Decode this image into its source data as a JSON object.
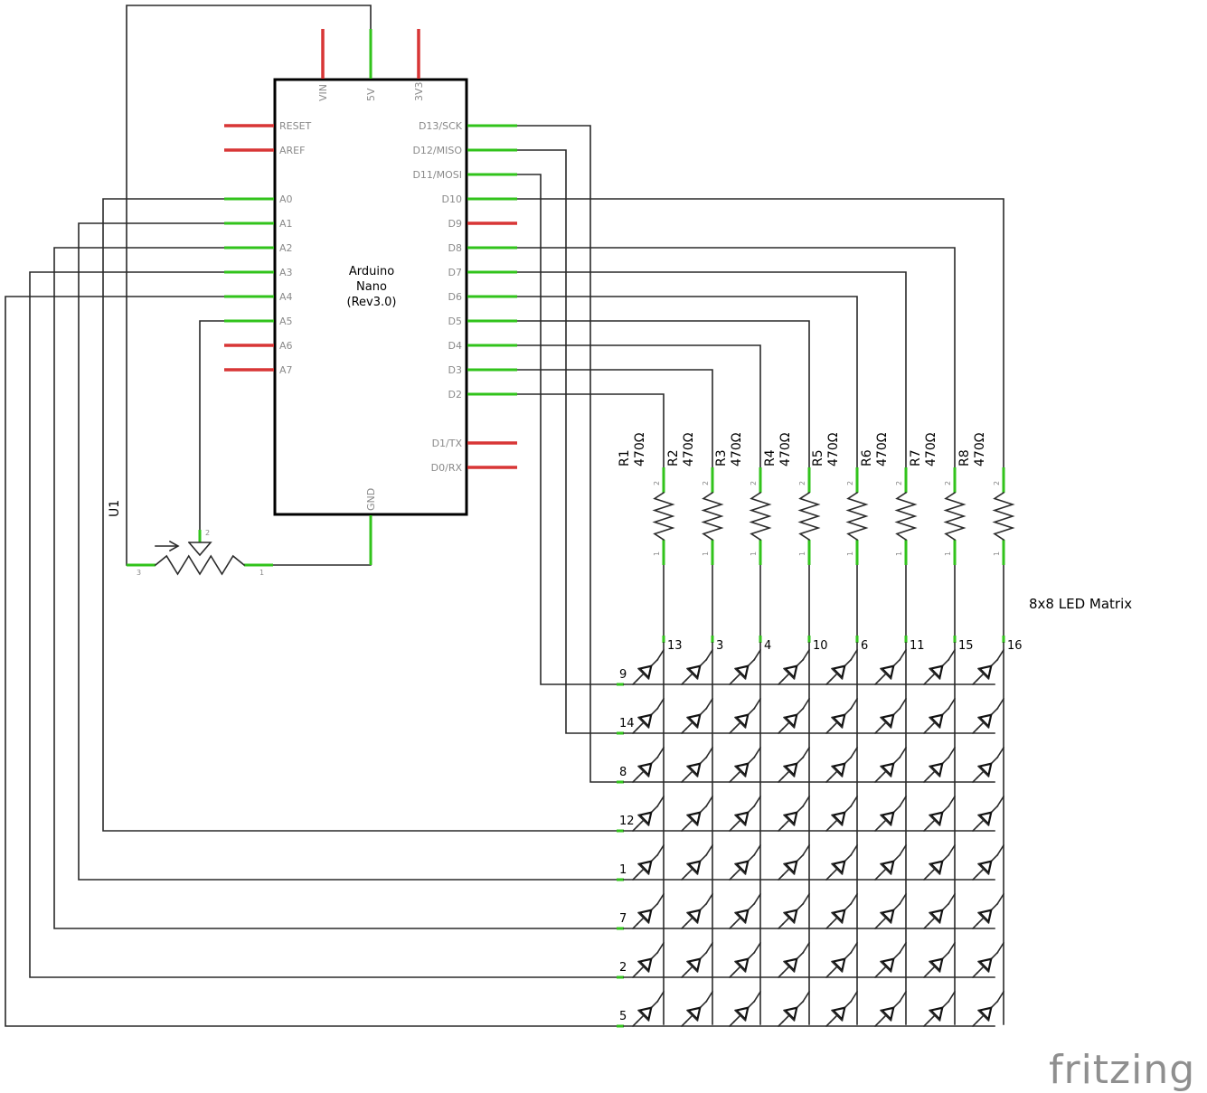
{
  "board": {
    "name_lines": [
      "Arduino",
      "Nano",
      "(Rev3.0)"
    ],
    "top_pins": [
      "VIN",
      "5V",
      "3V3"
    ],
    "left_pins": [
      "RESET",
      "AREF",
      "A0",
      "A1",
      "A2",
      "A3",
      "A4",
      "A5",
      "A6",
      "A7"
    ],
    "right_pins": [
      "D13/SCK",
      "D12/MISO",
      "D11/MOSI",
      "D10",
      "D9",
      "D8",
      "D7",
      "D6",
      "D5",
      "D4",
      "D3",
      "D2",
      "D1/TX",
      "D0/RX"
    ],
    "bottom_pin": "GND"
  },
  "pot": {
    "ref": "U1",
    "pin_labels": [
      "3",
      "2",
      "1"
    ]
  },
  "resistors": {
    "refs": [
      "R1",
      "R2",
      "R3",
      "R4",
      "R5",
      "R6",
      "R7",
      "R8"
    ],
    "value": "470Ω",
    "pin_top": "2",
    "pin_bottom": "1"
  },
  "matrix": {
    "title": "8x8 LED Matrix",
    "column_pins": [
      "13",
      "3",
      "4",
      "10",
      "6",
      "11",
      "15",
      "16"
    ],
    "row_pins": [
      "9",
      "14",
      "8",
      "12",
      "1",
      "7",
      "2",
      "5"
    ]
  },
  "watermark": "fritzing",
  "colors": {
    "connected": "#31c31b",
    "unconnected": "#d83636",
    "wire": "#2a2a2a"
  }
}
